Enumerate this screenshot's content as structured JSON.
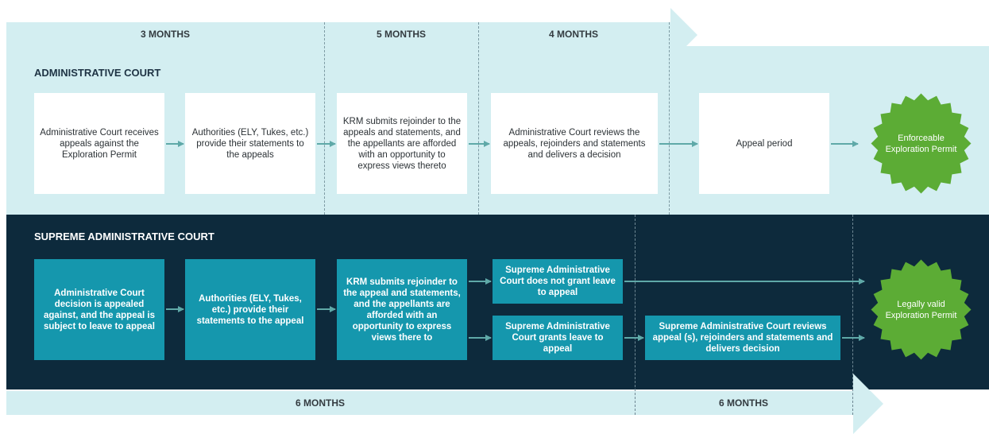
{
  "timeline_top": {
    "phase1": "3 MONTHS",
    "phase2": "5 MONTHS",
    "phase3": "4 MONTHS"
  },
  "administrative_court": {
    "title": "ADMINISTRATIVE COURT",
    "steps": [
      "Administrative Court receives appeals against the Exploration Permit",
      "Authorities (ELY, Tukes, etc.) provide their statements to the appeals",
      "KRM submits rejoinder to the appeals and statements, and the appellants are afforded with an opportunity to express views thereto",
      "Administrative Court reviews the appeals, rejoinders and statements and delivers a decision",
      "Appeal period"
    ],
    "outcome": "Enforceable Exploration Permit"
  },
  "supreme_administrative_court": {
    "title": "SUPREME ADMINISTRATIVE COURT",
    "steps": [
      "Administrative Court decision is appealed against, and the appeal is subject to leave to appeal",
      "Authorities (ELY, Tukes, etc.) provide their statements to the appeal",
      "KRM submits rejoinder to the appeal and statements, and the appellants are afforded with an opportunity to express views there to"
    ],
    "leave_denied": "Supreme Administrative Court does not grant leave to appeal",
    "leave_granted": "Supreme Administrative Court grants leave to appeal",
    "review": "Supreme Administrative Court reviews appeal (s), rejoinders and statements and delivers decision",
    "outcome": "Legally valid Exploration Permit"
  },
  "timeline_bottom": {
    "phase1": "6 MONTHS",
    "phase2": "6 MONTHS"
  },
  "colors": {
    "light_band": "#d3eef1",
    "dark_band": "#0d2a3c",
    "teal_box": "#1597ad",
    "arrow": "#5fa9a8",
    "seal_green": "#5cac35"
  }
}
